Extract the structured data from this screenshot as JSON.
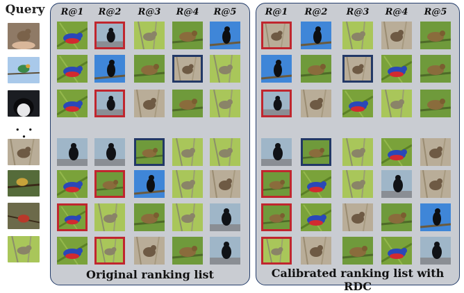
{
  "query_label": "Query",
  "ellipsis": ". . .",
  "rank_headers": [
    "R@1",
    "R@2",
    "R@3",
    "R@4",
    "R@5"
  ],
  "left_panel": {
    "caption": "Original ranking list",
    "rows": [
      [
        {
          "bird": "bunting",
          "mark": "none"
        },
        {
          "bird": "crow",
          "mark": "red"
        },
        {
          "bird": "warbler",
          "mark": "none"
        },
        {
          "bird": "thrush",
          "mark": "none"
        },
        {
          "bird": "crow-sky",
          "mark": "none"
        }
      ],
      [
        {
          "bird": "bunting",
          "mark": "none"
        },
        {
          "bird": "crow-sky",
          "mark": "none"
        },
        {
          "bird": "thrush",
          "mark": "none"
        },
        {
          "bird": "sparrow",
          "mark": "blue"
        },
        {
          "bird": "warbler",
          "mark": "none"
        }
      ],
      [
        {
          "bird": "bunting",
          "mark": "none"
        },
        {
          "bird": "crow",
          "mark": "red"
        },
        {
          "bird": "sparrow",
          "mark": "none"
        },
        {
          "bird": "thrush",
          "mark": "none"
        },
        {
          "bird": "warbler",
          "mark": "none"
        }
      ],
      [
        {
          "bird": "crow",
          "mark": "none"
        },
        {
          "bird": "crow",
          "mark": "none"
        },
        {
          "bird": "thrush",
          "mark": "blue"
        },
        {
          "bird": "warbler",
          "mark": "none"
        },
        {
          "bird": "warbler",
          "mark": "none"
        }
      ],
      [
        {
          "bird": "bunting",
          "mark": "none"
        },
        {
          "bird": "thrush",
          "mark": "red"
        },
        {
          "bird": "crow-sky",
          "mark": "none"
        },
        {
          "bird": "warbler",
          "mark": "none"
        },
        {
          "bird": "sparrow",
          "mark": "none"
        }
      ],
      [
        {
          "bird": "bunting",
          "mark": "red"
        },
        {
          "bird": "warbler",
          "mark": "none"
        },
        {
          "bird": "thrush",
          "mark": "none"
        },
        {
          "bird": "warbler",
          "mark": "none"
        },
        {
          "bird": "crow",
          "mark": "none"
        }
      ],
      [
        {
          "bird": "bunting",
          "mark": "none"
        },
        {
          "bird": "warbler",
          "mark": "red"
        },
        {
          "bird": "sparrow",
          "mark": "none"
        },
        {
          "bird": "thrush",
          "mark": "none"
        },
        {
          "bird": "crow",
          "mark": "none"
        }
      ]
    ]
  },
  "right_panel": {
    "caption": "Calibrated ranking list with RDC",
    "rows": [
      [
        {
          "bird": "sparrow",
          "mark": "red"
        },
        {
          "bird": "crow-sky",
          "mark": "none"
        },
        {
          "bird": "warbler",
          "mark": "none"
        },
        {
          "bird": "sparrow",
          "mark": "none"
        },
        {
          "bird": "thrush",
          "mark": "none"
        }
      ],
      [
        {
          "bird": "crow-sky",
          "mark": "none"
        },
        {
          "bird": "thrush",
          "mark": "none"
        },
        {
          "bird": "sparrow",
          "mark": "blue"
        },
        {
          "bird": "bunting",
          "mark": "none"
        },
        {
          "bird": "thrush",
          "mark": "none"
        }
      ],
      [
        {
          "bird": "crow",
          "mark": "red"
        },
        {
          "bird": "sparrow",
          "mark": "none"
        },
        {
          "bird": "bunting",
          "mark": "none"
        },
        {
          "bird": "warbler",
          "mark": "none"
        },
        {
          "bird": "thrush",
          "mark": "none"
        }
      ],
      [
        {
          "bird": "crow",
          "mark": "none"
        },
        {
          "bird": "thrush",
          "mark": "blue"
        },
        {
          "bird": "warbler",
          "mark": "none"
        },
        {
          "bird": "bunting",
          "mark": "none"
        },
        {
          "bird": "sparrow",
          "mark": "none"
        }
      ],
      [
        {
          "bird": "thrush",
          "mark": "red"
        },
        {
          "bird": "bunting",
          "mark": "none"
        },
        {
          "bird": "warbler",
          "mark": "none"
        },
        {
          "bird": "crow",
          "mark": "none"
        },
        {
          "bird": "sparrow",
          "mark": "none"
        }
      ],
      [
        {
          "bird": "thrush",
          "mark": "red"
        },
        {
          "bird": "bunting",
          "mark": "none"
        },
        {
          "bird": "sparrow",
          "mark": "none"
        },
        {
          "bird": "thrush",
          "mark": "none"
        },
        {
          "bird": "crow-sky",
          "mark": "none"
        }
      ],
      [
        {
          "bird": "warbler",
          "mark": "red"
        },
        {
          "bird": "sparrow",
          "mark": "none"
        },
        {
          "bird": "thrush",
          "mark": "none"
        },
        {
          "bird": "bunting",
          "mark": "none"
        },
        {
          "bird": "crow",
          "mark": "none"
        }
      ]
    ]
  },
  "query_images": [
    "sparrow-hand",
    "bee-eater-sky",
    "crow-portrait",
    "sparrow",
    "finch-branch",
    "cardinal-branch",
    "warbler"
  ]
}
